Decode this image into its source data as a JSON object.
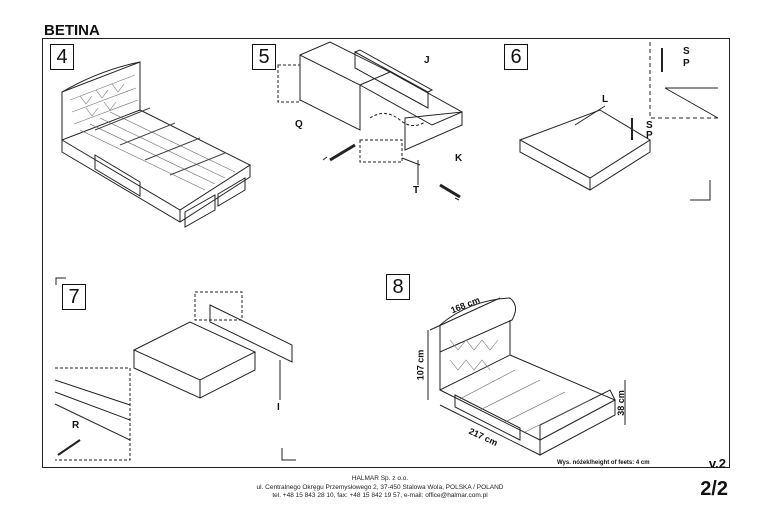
{
  "product_name": "BETINA",
  "steps": [
    "4",
    "5",
    "6",
    "7",
    "8"
  ],
  "part_labels": {
    "J": "J",
    "K": "K",
    "L": "L",
    "Q": "Q",
    "T": "T",
    "S1": "S",
    "P1": "P",
    "S2": "S",
    "P2": "P",
    "I": "I",
    "R": "R"
  },
  "dimensions": {
    "width": "168 cm",
    "height": "107 cm",
    "length": "217 cm",
    "foot_height": "38 cm"
  },
  "feet_note": "Wys. nóżek/height of feets: 4 cm",
  "version": "v.2",
  "page": "2/2",
  "footer": {
    "company": "HALMAR Sp. z o.o.",
    "address": "ul. Centralnego Okręgu Przemysłowego 2, 37-450 Stalowa Wola, POLSKA / POLAND",
    "contact": "tel. +48 15 843 28 10, fax: +48 15 842 19 57, e-mail: office@halmar.com.pl"
  }
}
